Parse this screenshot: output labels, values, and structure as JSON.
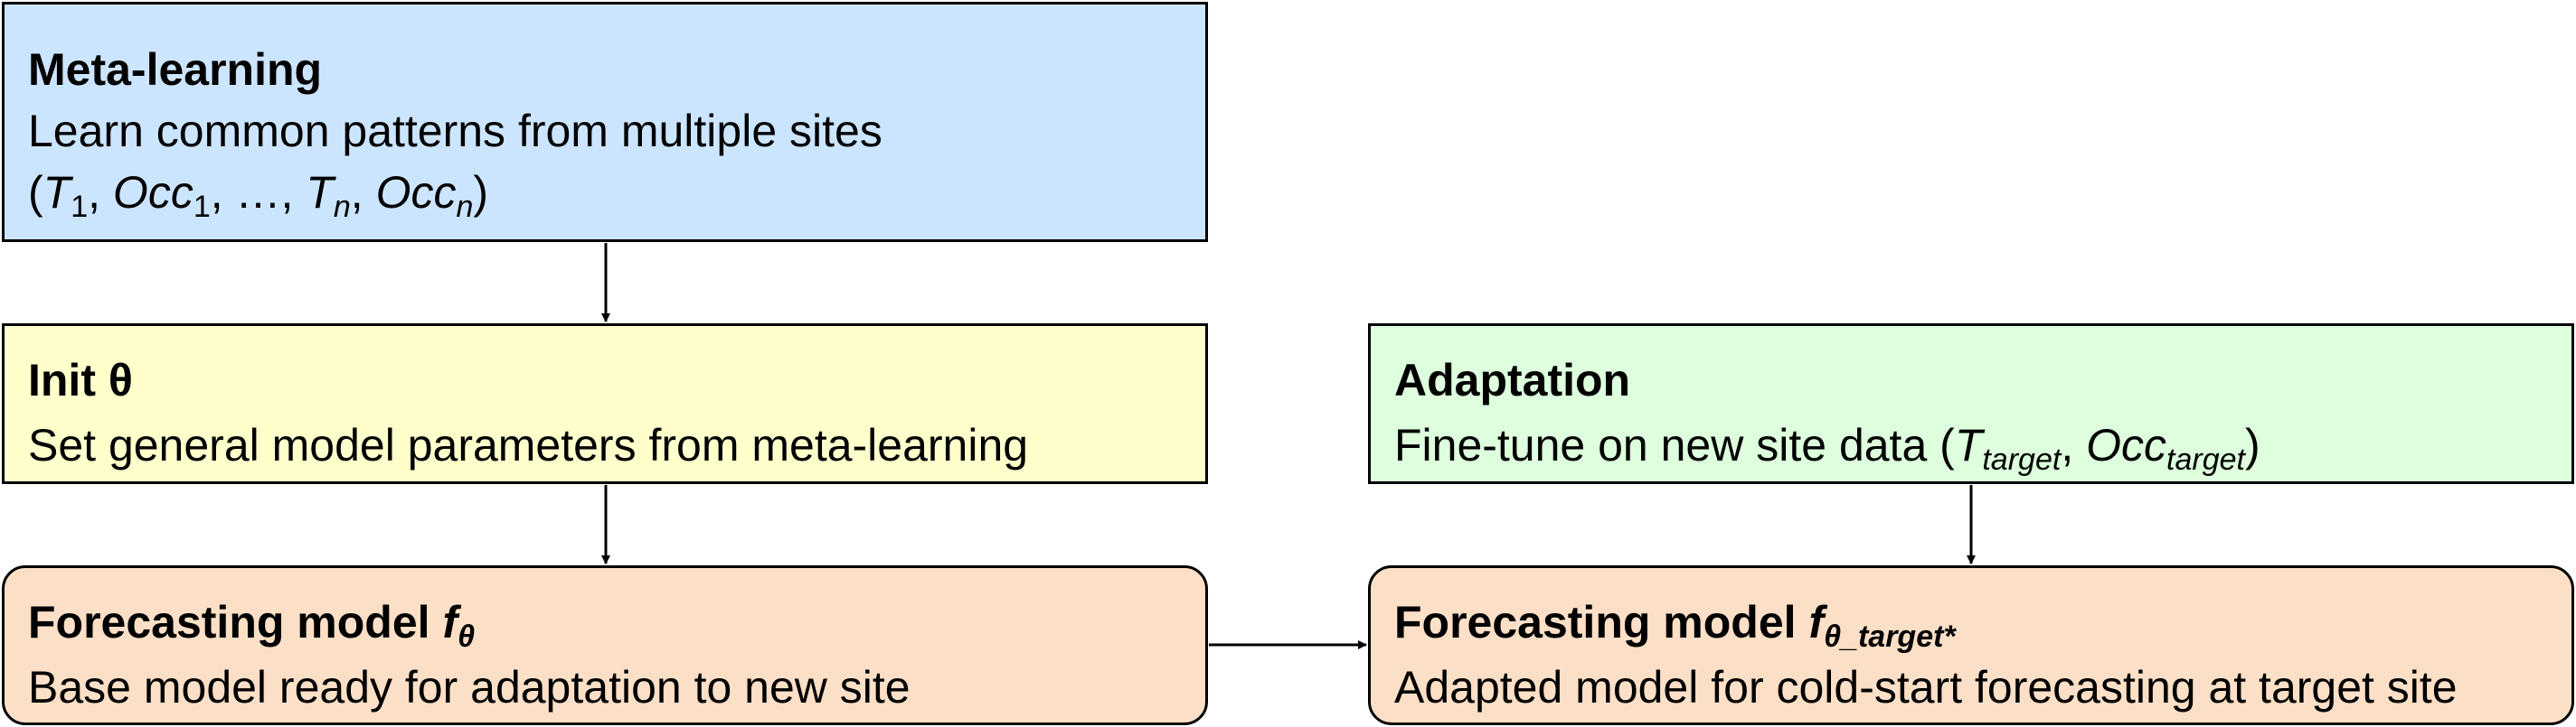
{
  "meta": {
    "title": "Meta-learning",
    "line1": "Learn common patterns from multiple sites",
    "seq": {
      "open": "(",
      "t": "T",
      "t1_sub": "1",
      "comma1": ", ",
      "occ": "Occ",
      "occ1_sub": "1",
      "mid": ", …, ",
      "tn_sub": "n",
      "comma2": ", ",
      "occn_sub": "n",
      "close": ")"
    }
  },
  "init": {
    "title": "Init θ",
    "body": "Set general model parameters from meta-learning"
  },
  "adaptation": {
    "title": "Adaptation",
    "body_prefix": "Fine-tune on new site data (",
    "t": "T",
    "t_sub": "target",
    "comma": ", ",
    "occ": "Occ",
    "occ_sub": "target",
    "close": ")"
  },
  "forecast_base": {
    "title": "Forecasting model ",
    "f": "f",
    "f_sub": "θ",
    "body": "Base model ready for adaptation to new site"
  },
  "forecast_adapted": {
    "title": "Forecasting model ",
    "f": "f",
    "f_sub": "θ_target*",
    "body": "Adapted model for cold-start forecasting at target site"
  },
  "colors": {
    "meta_fill": "#cce5ff",
    "init_fill": "#ffffcc",
    "adapt_fill": "#ddffdd",
    "forecast_fill": "#fbdfc6",
    "stroke": "#000000"
  }
}
